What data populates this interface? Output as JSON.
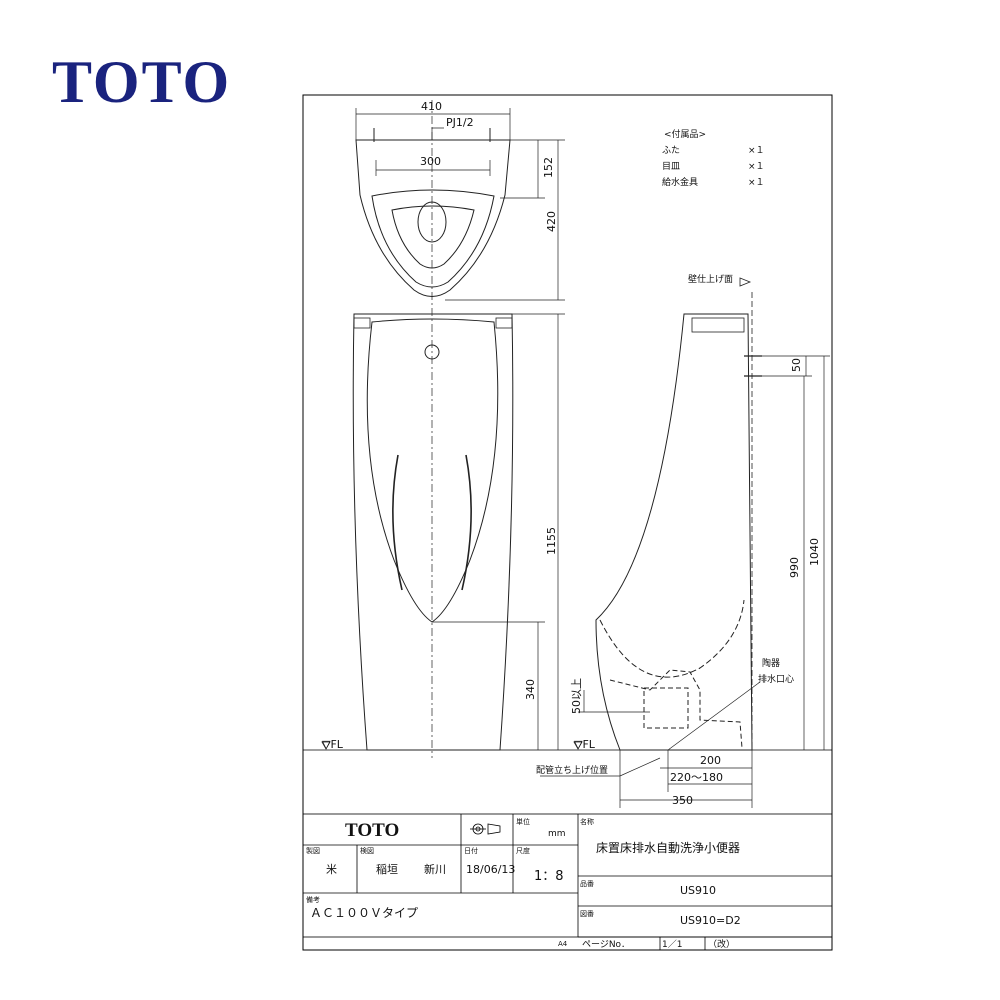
{
  "brand": {
    "logo_text": "TOTO",
    "logo_color": "#1a237e"
  },
  "accessories": {
    "heading": "<付属品>",
    "items": [
      {
        "name": "ふた",
        "qty": "×１"
      },
      {
        "name": "目皿",
        "qty": "×１"
      },
      {
        "name": "給水金具",
        "qty": "×１"
      }
    ]
  },
  "front_view": {
    "width": "410",
    "pipe": "PJ1/2",
    "inner_width": "300",
    "depth_152": "152",
    "depth_420": "420",
    "height_1155": "1155",
    "height_340": "340",
    "fl": "▽FL"
  },
  "side_view": {
    "wall_finish": "壁仕上げ面",
    "fl": "▽FL",
    "dim_50": "50",
    "dim_990": "990",
    "dim_1040": "1040",
    "dim_50_above": "50以上",
    "drain_label_1": "陶器",
    "drain_label_2": "排水口心",
    "dim_200": "200",
    "dim_220_180": "220～180",
    "dim_350": "350",
    "pipe_position": "配管立ち上げ位置"
  },
  "title_block": {
    "logo": "TOTO",
    "unit_label": "単位",
    "unit_value": "mm",
    "name_label": "名称",
    "name_value": "床置床排水自動洗浄小便器",
    "drawn_label": "製図",
    "drawn_value": "米",
    "check_label": "検図",
    "check_value_1": "稲垣",
    "check_value_2": "新川",
    "date_label": "日付",
    "date_value": "18/06/13",
    "scale_label": "尺度",
    "scale_value": "1：8",
    "product_label": "品番",
    "product_value": "US910",
    "drawing_label": "図番",
    "drawing_value": "US910=D2",
    "note_label": "備考",
    "note_value": "ＡＣ１００Ｖタイプ",
    "paper": "A4",
    "page_label": "ページNo．",
    "page_value": "1／1",
    "rev": "（改）"
  }
}
